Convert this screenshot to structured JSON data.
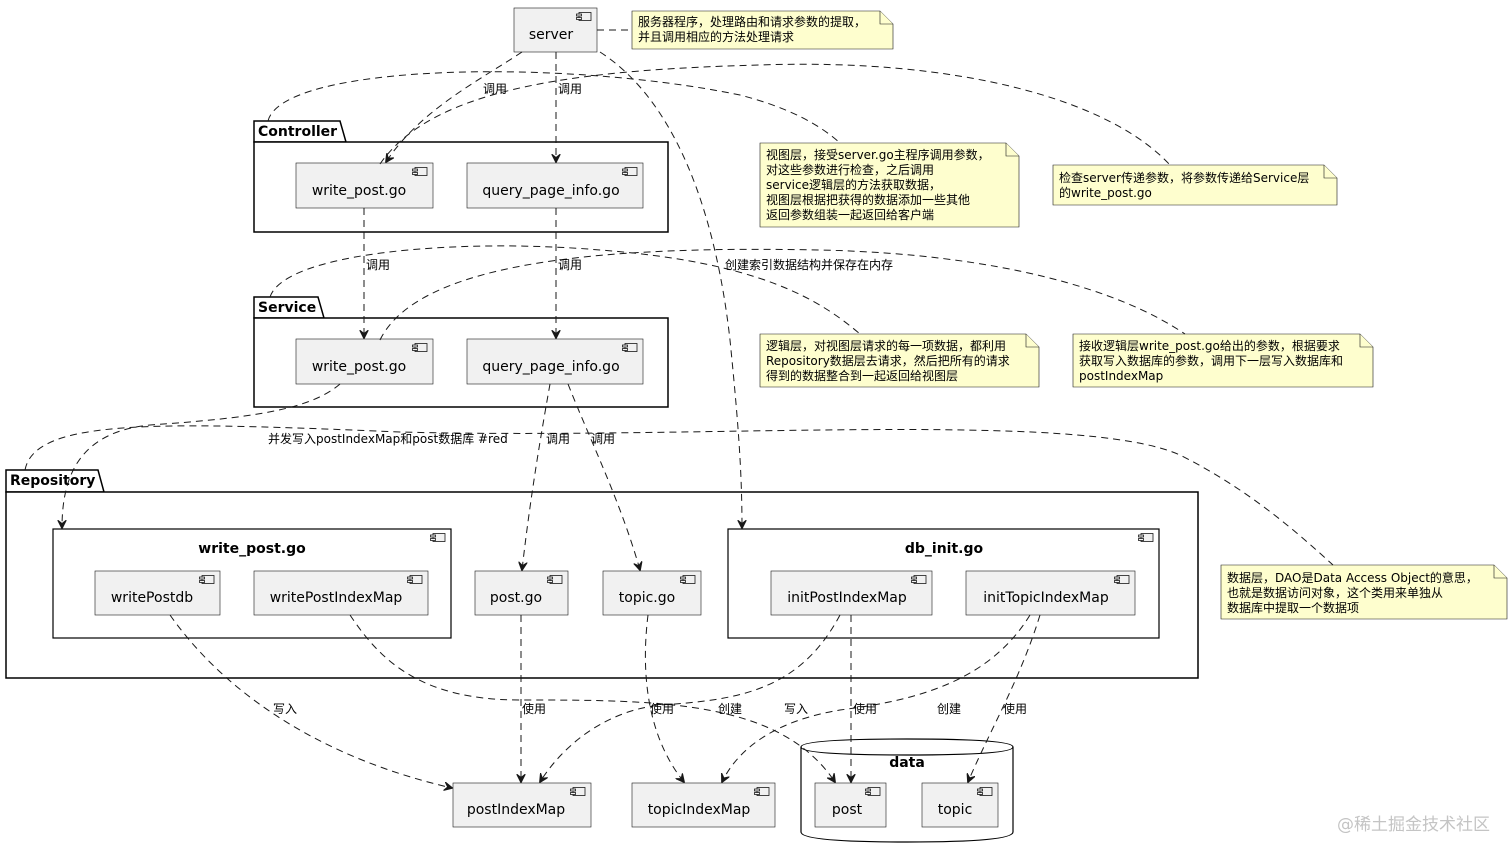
{
  "packages": {
    "controller": "Controller",
    "service": "Service",
    "repository": "Repository",
    "data": "data"
  },
  "components": {
    "server": "server",
    "ctrl_write_post": "write_post.go",
    "ctrl_query_page_info": "query_page_info.go",
    "svc_write_post": "write_post.go",
    "svc_query_page_info": "query_page_info.go",
    "repo_write_post": "write_post.go",
    "write_postdb": "writePostdb",
    "write_post_index_map": "writePostIndexMap",
    "post_go": "post.go",
    "topic_go": "topic.go",
    "db_init": "db_init.go",
    "init_post_index_map": "initPostIndexMap",
    "init_topic_index_map": "initTopicIndexMap",
    "post_index_map": "postIndexMap",
    "topic_index_map": "topicIndexMap",
    "post": "post",
    "topic": "topic"
  },
  "notes": {
    "server": [
      "服务器程序，处理路由和请求参数的提取，",
      "并且调用相应的方法处理请求"
    ],
    "controller": [
      "视图层，接受server.go主程序调用参数，",
      "对这些参数进行检查，之后调用",
      "service逻辑层的方法获取数据，",
      "视图层根据把获得的数据添加一些其他",
      "返回参数组装一起返回给客户端"
    ],
    "controller_write": [
      "检查server传递参数，将参数传递给Service层",
      "的write_post.go"
    ],
    "service": [
      "逻辑层，对视图层请求的每一项数据，都利用",
      "Repository数据层去请求，然后把所有的请求",
      "得到的数据整合到一起返回给视图层"
    ],
    "service_write": [
      "接收逻辑层write_post.go给出的参数，根据要求",
      "获取写入数据库的参数，调用下一层写入数据库和",
      "postIndexMap"
    ],
    "repository": [
      "数据层，DAO是Data Access Object的意思，",
      "也就是数据访问对象，这个类用来单独从",
      "数据库中提取一个数据项"
    ]
  },
  "edge_labels": {
    "server_to_ctrl_write": "调用",
    "server_to_ctrl_query": "调用",
    "ctrl_to_svc_write": "调用",
    "ctrl_to_svc_query": "调用",
    "server_to_db_init": "创建索引数据结构并保存在内存",
    "svc_write_to_repo": "并发写入postIndexMap和post数据库 #red",
    "svc_query_to_post": "调用",
    "svc_query_to_topic": "调用",
    "writepostdb_to_postindexmap": "写入",
    "writepostindexmap_to_post": "写入",
    "postgo_to_postindexmap": "使用",
    "topicgo_to_topicindexmap": "使用",
    "initpost_to_postindexmap": "创建",
    "initpost_to_post": "使用",
    "inittopic_to_topicindexmap": "创建",
    "inittopic_to_topic": "使用"
  },
  "watermark": "@稀土掘金技术社区"
}
